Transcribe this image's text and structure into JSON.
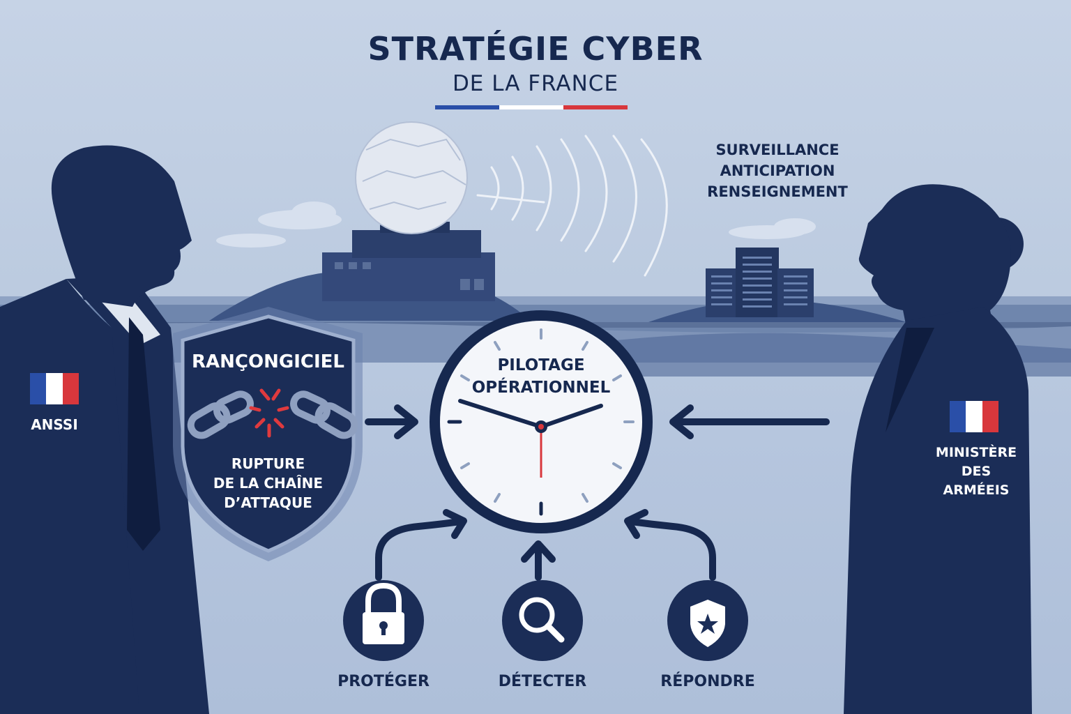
{
  "title": {
    "main": "STRATÉGIE CYBER",
    "sub": "DE LA FRANCE"
  },
  "colors": {
    "navy": "#16284f",
    "blue_flag": "#2a4fa8",
    "red_flag": "#d8373c",
    "sky": "#c6d3e6"
  },
  "intel_lines": [
    "SURVEILLANCE",
    "ANTICIPATION",
    "RENSEIGNEMENT"
  ],
  "left_person": {
    "label": "ANSSI",
    "flag_icon": "french-flag-icon"
  },
  "right_person": {
    "label_line1": "MINISTÈRE",
    "label_line2": "DES ARMÉEIS",
    "flag_icon": "french-flag-icon"
  },
  "shield": {
    "title": "RANÇONGICIEL",
    "line1": "RUPTURE",
    "line2": "DE LA CHAÎNE",
    "line3": "D’ATTAQUE",
    "icon": "broken-chain-icon"
  },
  "clock": {
    "line1": "PILOTAGE",
    "line2": "OPÉRATIONNEL",
    "icon": "clock-icon"
  },
  "actions": [
    {
      "label": "PROTÉGER",
      "icon": "padlock-icon"
    },
    {
      "label": "DÉTECTER",
      "icon": "magnifier-icon"
    },
    {
      "label": "RÉPONDRE",
      "icon": "shield-star-icon"
    }
  ]
}
